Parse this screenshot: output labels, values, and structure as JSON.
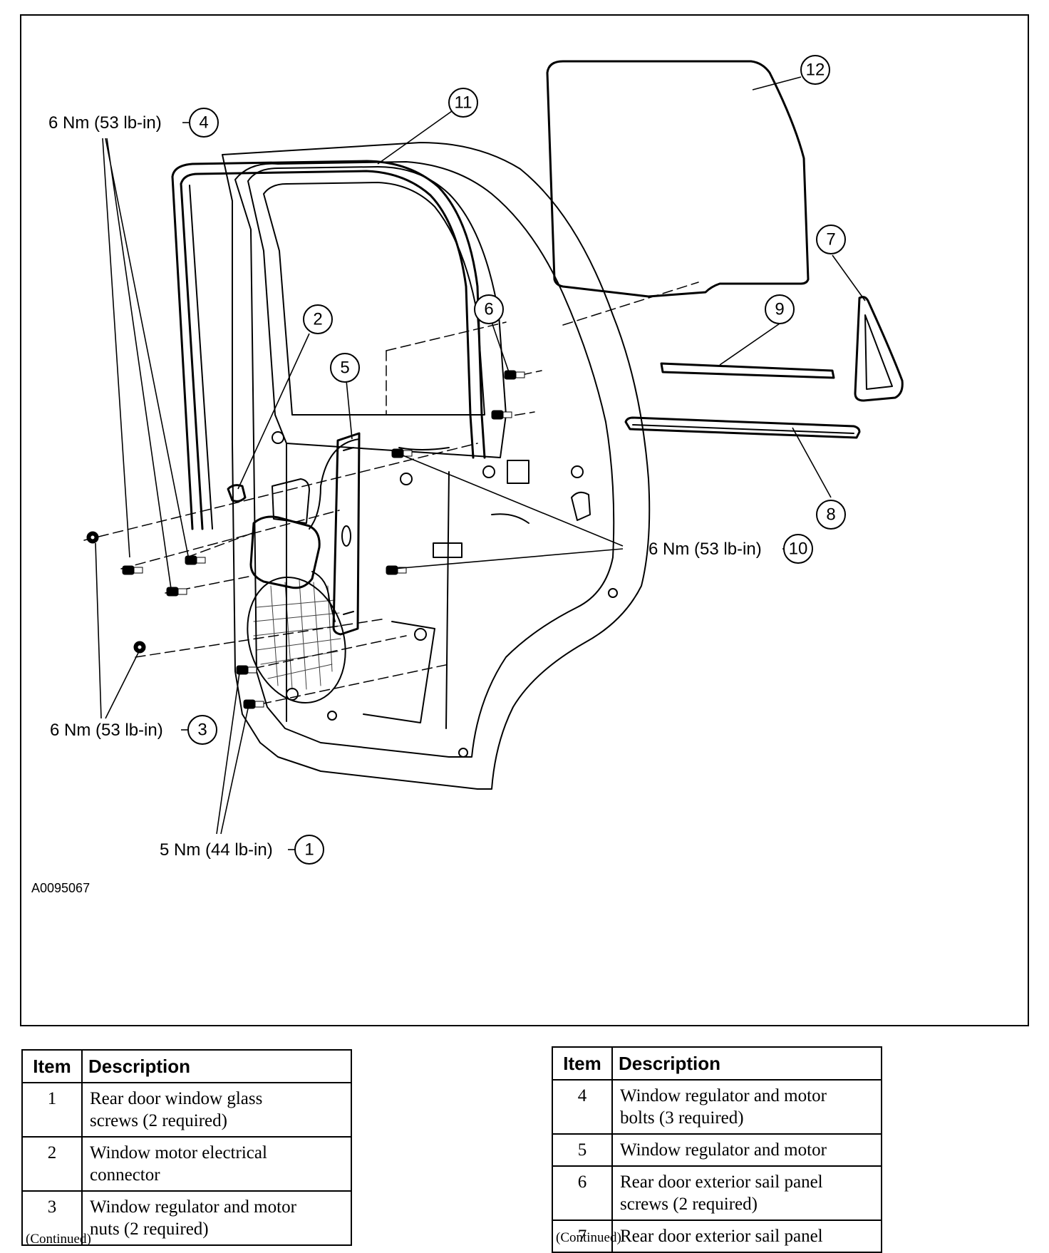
{
  "figure_id": "A0095067",
  "callouts": [
    {
      "num": "1",
      "torque": "5 Nm (44 lb-in)"
    },
    {
      "num": "2"
    },
    {
      "num": "3",
      "torque": "6 Nm (53 lb-in)"
    },
    {
      "num": "4",
      "torque": "6 Nm (53 lb-in)"
    },
    {
      "num": "5"
    },
    {
      "num": "6"
    },
    {
      "num": "7"
    },
    {
      "num": "8"
    },
    {
      "num": "9"
    },
    {
      "num": "10",
      "torque": "6 Nm (53 lb-in)"
    },
    {
      "num": "11"
    },
    {
      "num": "12"
    }
  ],
  "legend": {
    "col_item": "Item",
    "col_description": "Description",
    "continued": "(Continued)",
    "left": [
      {
        "item": "1",
        "line1": "Rear door window glass",
        "line2": "screws (2 required)"
      },
      {
        "item": "2",
        "line1": "Window motor electrical",
        "line2": "connector"
      },
      {
        "item": "3",
        "line1": "Window regulator and motor",
        "line2": "nuts (2 required)"
      }
    ],
    "right": [
      {
        "item": "4",
        "line1": "Window regulator and motor",
        "line2": "bolts (3 required)"
      },
      {
        "item": "5",
        "line1": "Window regulator and motor",
        "line2": ""
      },
      {
        "item": "6",
        "line1": "Rear door exterior sail panel",
        "line2": "screws (2 required)"
      },
      {
        "item": "7",
        "line1": "Rear door exterior sail panel",
        "line2": ""
      }
    ]
  }
}
